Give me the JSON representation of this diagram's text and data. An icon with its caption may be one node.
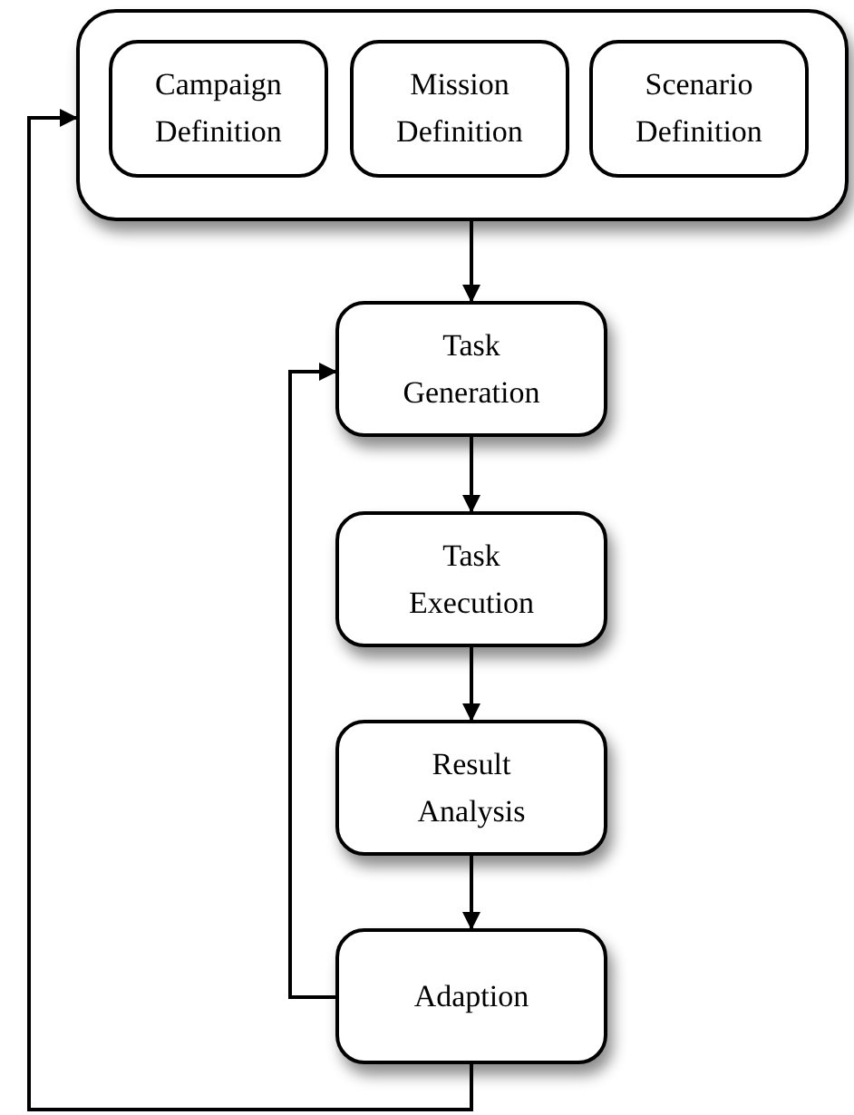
{
  "diagram": {
    "nodes": [
      {
        "text": [],
        "shape": "box"
      },
      {
        "text": [
          "Campaign Definition"
        ],
        "in": 0
      },
      {
        "text": [
          "Mission Definition"
        ],
        "in": 0
      },
      {
        "text": [
          "Scenario Definition"
        ],
        "in": 0
      },
      {
        "text": [
          "Task Generation"
        ]
      },
      {
        "text": [
          "Task Execution"
        ]
      },
      {
        "text": [
          "Result Analysis"
        ]
      },
      {
        "text": [
          "Adaption"
        ]
      }
    ],
    "edges": [
      {
        "from": 0,
        "to": 4,
        "arrow": "to"
      },
      {
        "from": 4,
        "to": 5,
        "arrow": "to"
      },
      {
        "from": 5,
        "to": 6,
        "arrow": "to"
      },
      {
        "from": 6,
        "to": 7,
        "arrow": "to"
      },
      {
        "from": 7,
        "to": 4,
        "arrow": "to"
      },
      {
        "from": 7,
        "to": 0,
        "arrow": "to"
      }
    ]
  }
}
